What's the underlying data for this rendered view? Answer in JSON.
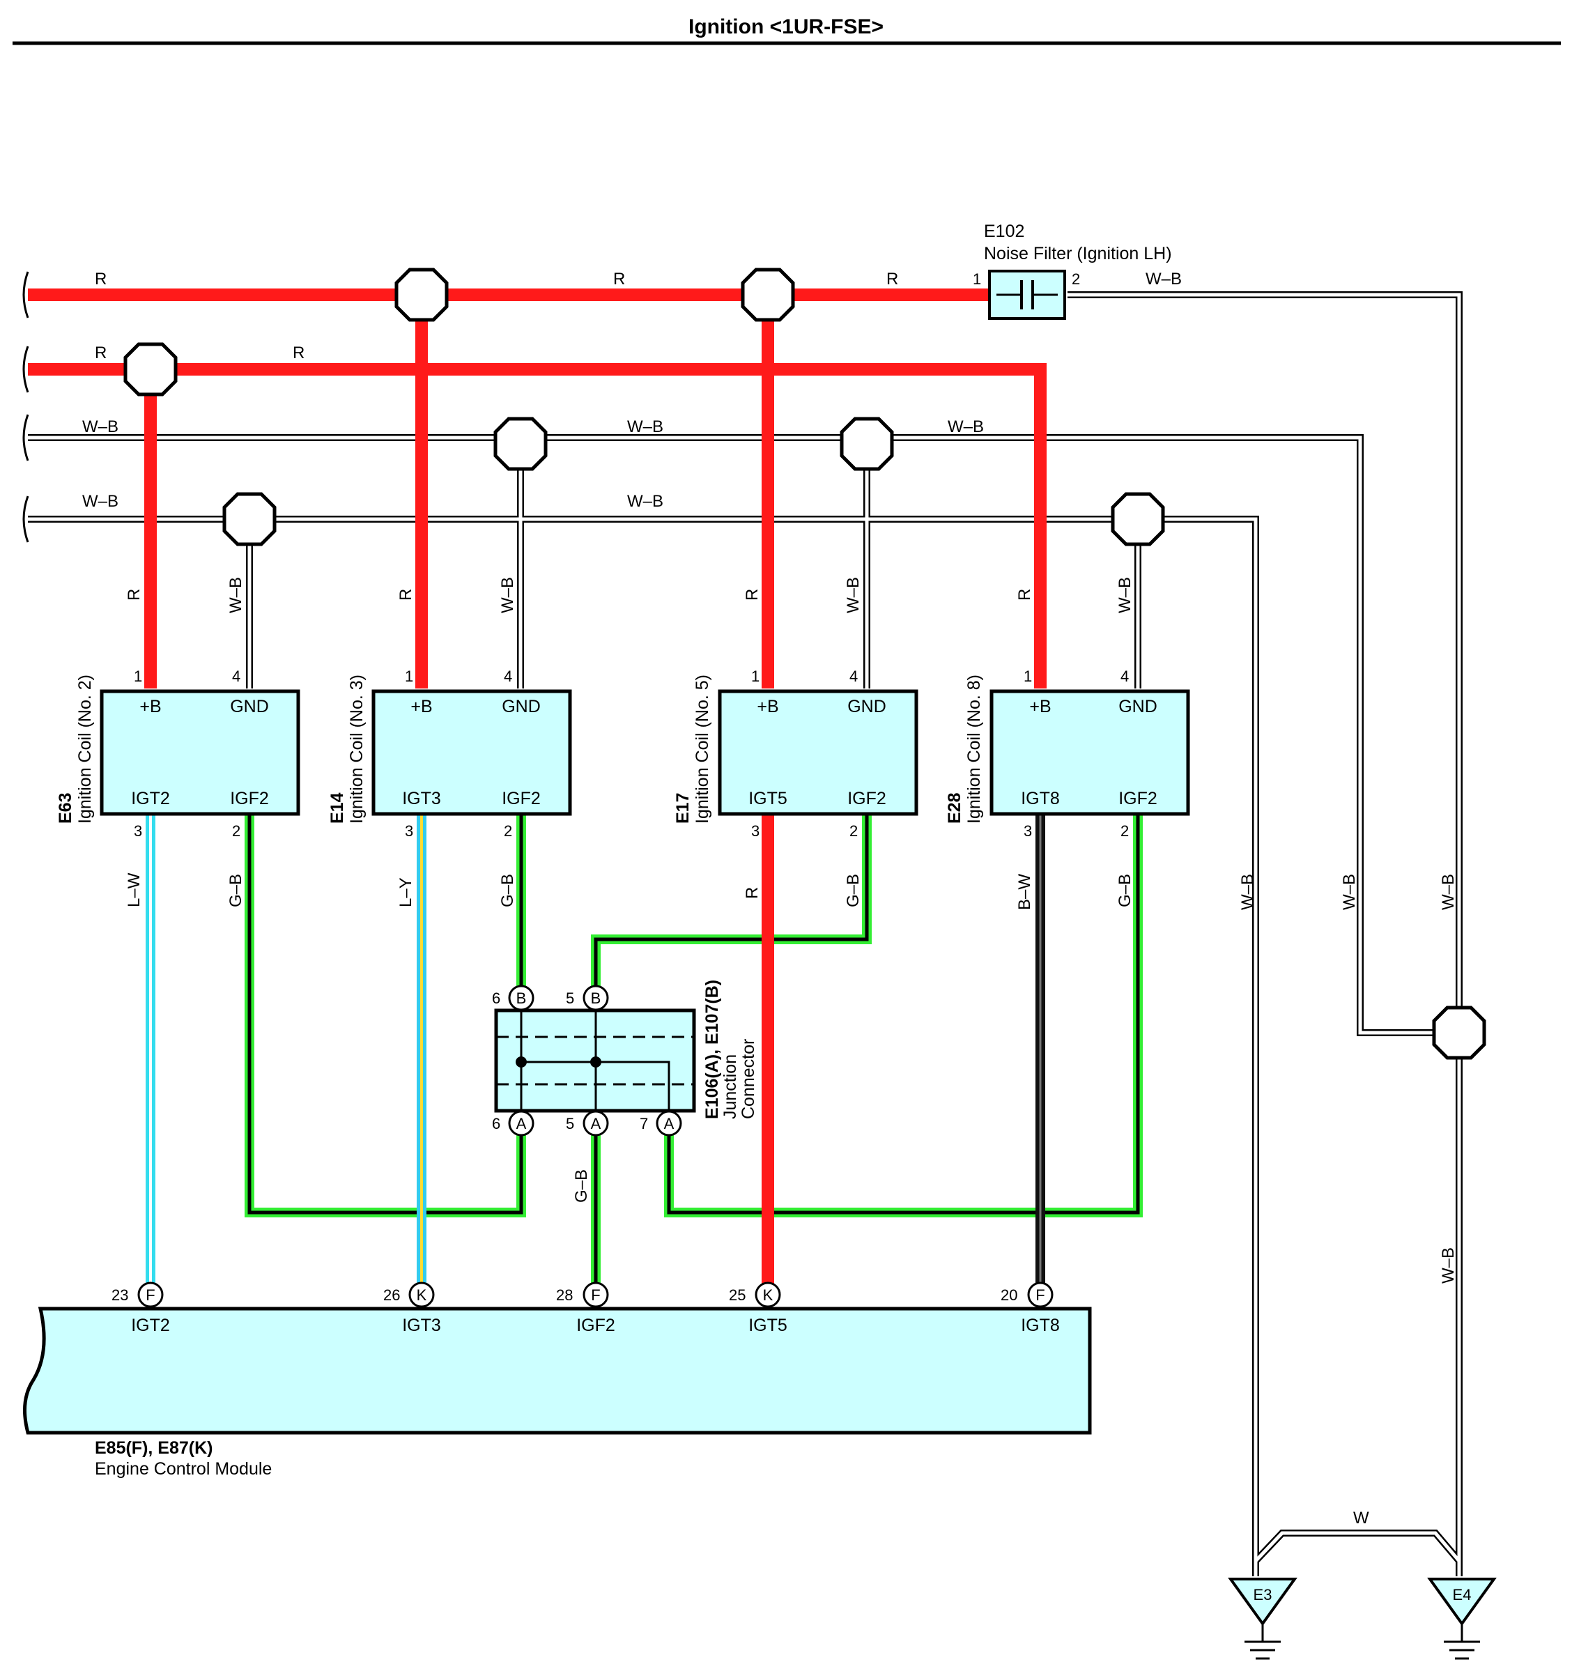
{
  "title": "Ignition <1UR-FSE>",
  "colors": {
    "R": "#ff1a1a",
    "W-B": "#ffffff",
    "G-B": "#33ee33",
    "L-W": "#33ddee",
    "L-Y": "#33ccee",
    "B-W": "#111111",
    "W": "#ffffff",
    "component_fill": "#ccffff",
    "outline": "#000000"
  },
  "wire_labels": {
    "r": "R",
    "wb": "W–B",
    "gb": "G–B",
    "lw": "L–W",
    "ly": "L–Y",
    "bw": "B–W",
    "w": "W"
  },
  "noise_filter": {
    "code": "E102",
    "name": "Noise Filter (Ignition LH)",
    "pin_in": "1",
    "pin_out": "2"
  },
  "coils": [
    {
      "code": "E63",
      "name": "Ignition Coil (No. 2)",
      "pos_label": "+B",
      "gnd_label": "GND",
      "igt_label": "IGT2",
      "igf_label": "IGF2",
      "pin_pos": "1",
      "pin_gnd": "4",
      "pin_igt": "3",
      "pin_igf": "2",
      "igt_wire": "L–W"
    },
    {
      "code": "E14",
      "name": "Ignition Coil (No. 3)",
      "pos_label": "+B",
      "gnd_label": "GND",
      "igt_label": "IGT3",
      "igf_label": "IGF2",
      "pin_pos": "1",
      "pin_gnd": "4",
      "pin_igt": "3",
      "pin_igf": "2",
      "igt_wire": "L–Y"
    },
    {
      "code": "E17",
      "name": "Ignition Coil (No. 5)",
      "pos_label": "+B",
      "gnd_label": "GND",
      "igt_label": "IGT5",
      "igf_label": "IGF2",
      "pin_pos": "1",
      "pin_gnd": "4",
      "pin_igt": "3",
      "pin_igf": "2",
      "igt_wire": "R"
    },
    {
      "code": "E28",
      "name": "Ignition Coil (No. 8)",
      "pos_label": "+B",
      "gnd_label": "GND",
      "igt_label": "IGT8",
      "igf_label": "IGF2",
      "pin_pos": "1",
      "pin_gnd": "4",
      "pin_igt": "3",
      "pin_igf": "2",
      "igt_wire": "B–W"
    }
  ],
  "junction": {
    "code": "E106(A), E107(B)",
    "name_line1": "Junction",
    "name_line2": "Connector",
    "top_pins": [
      {
        "num": "6",
        "conn": "B"
      },
      {
        "num": "5",
        "conn": "B"
      }
    ],
    "bottom_pins": [
      {
        "num": "6",
        "conn": "A"
      },
      {
        "num": "5",
        "conn": "A"
      },
      {
        "num": "7",
        "conn": "A"
      }
    ]
  },
  "ecm": {
    "code": "E85(F), E87(K)",
    "name": "Engine Control Module",
    "pins": [
      {
        "num": "23",
        "conn": "F",
        "label": "IGT2"
      },
      {
        "num": "26",
        "conn": "K",
        "label": "IGT3"
      },
      {
        "num": "28",
        "conn": "F",
        "label": "IGF2"
      },
      {
        "num": "25",
        "conn": "K",
        "label": "IGT5"
      },
      {
        "num": "20",
        "conn": "F",
        "label": "IGT8"
      }
    ]
  },
  "grounds": [
    {
      "label": "E3"
    },
    {
      "label": "E4"
    }
  ]
}
